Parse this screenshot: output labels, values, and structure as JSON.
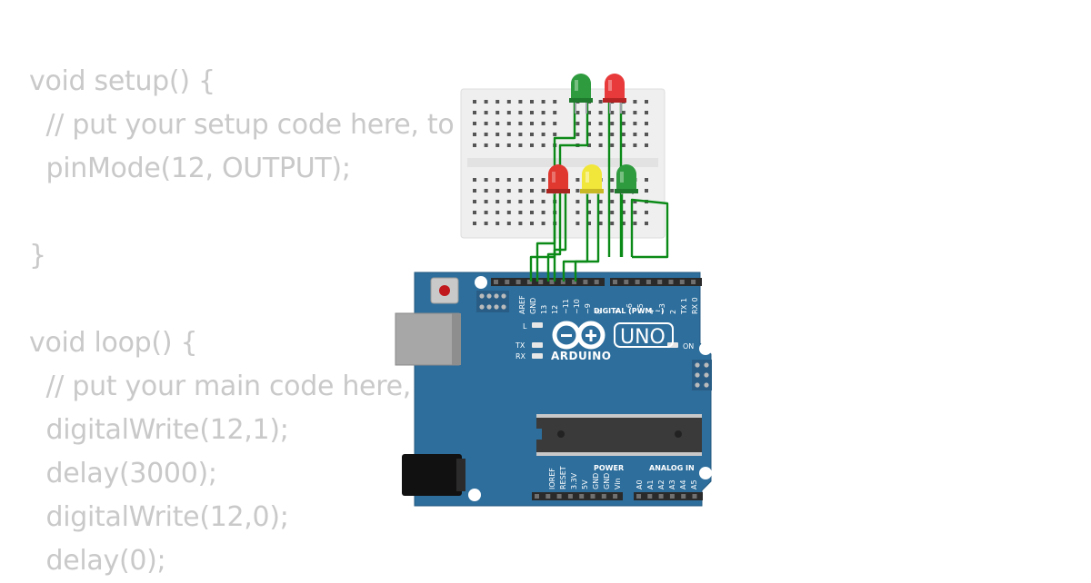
{
  "code_lines": [
    "void setup() {",
    "  // put your setup code here, to run once:",
    "  pinMode(12, OUTPUT);",
    "",
    "}",
    "",
    "void loop() {",
    "  // put your main code here, to run repeatedly:",
    "  digitalWrite(12,1);",
    "  delay(3000);",
    "  digitalWrite(12,0);",
    "  delay(0);"
  ],
  "board": {
    "brand": "ARDUINO",
    "model": "UNO",
    "digital_label": "DIGITAL (PWM ~)",
    "power_label": "POWER",
    "analog_label": "ANALOG IN",
    "on_label": "ON",
    "l_label": "L",
    "tx_label": "TX",
    "rx_label": "RX",
    "digital_pins": [
      "AREF",
      "GND",
      "13",
      "12",
      "~11",
      "~10",
      "~9",
      "8",
      "7",
      "~6",
      "~5",
      "4",
      "~3",
      "2",
      "TX 1",
      "RX 0"
    ],
    "power_pins": [
      "IOREF",
      "RESET",
      "3.3V",
      "5V",
      "GND",
      "GND",
      "Vin"
    ],
    "analog_pins": [
      "A0",
      "A1",
      "A2",
      "A3",
      "A4",
      "A5"
    ]
  },
  "leds": [
    {
      "name": "led-green-top",
      "color": "#2e9b3e"
    },
    {
      "name": "led-red-top",
      "color": "#e83a3a"
    },
    {
      "name": "led-red",
      "color": "#e0372f"
    },
    {
      "name": "led-yellow",
      "color": "#f1e63a"
    },
    {
      "name": "led-green",
      "color": "#2e9b3e"
    }
  ],
  "colors": {
    "code_text": "#c9c9c9",
    "board": "#2d6e9c",
    "wire": "#0b8a17",
    "breadboard": "#efefef"
  }
}
